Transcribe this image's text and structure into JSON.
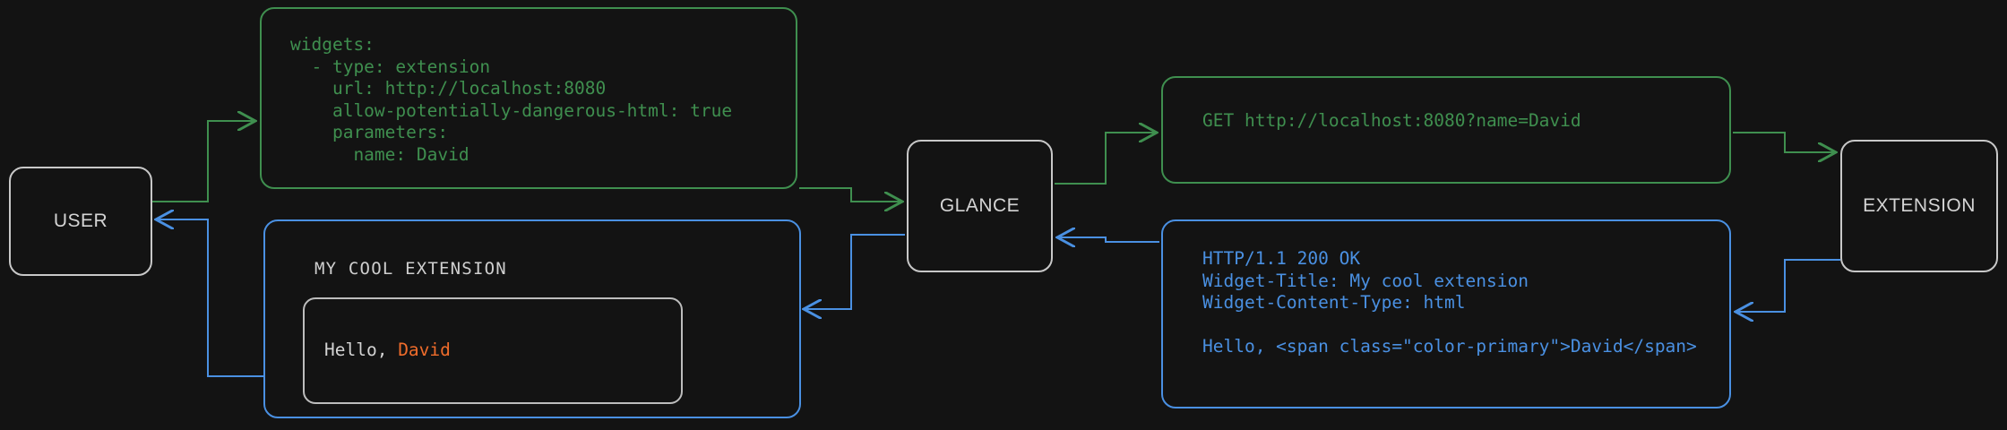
{
  "theme": {
    "background": "#131313",
    "node_border": "#c8c8c8",
    "node_text": "#d4d4d4",
    "request_color": "#3f8f4f",
    "response_color": "#4a90e2",
    "accent_color": "#ef6c2b"
  },
  "nodes": {
    "user": "USER",
    "glance": "GLANCE",
    "extension": "EXTENSION"
  },
  "config_box": {
    "color": "#3f8f4f",
    "text": "widgets:\n  - type: extension\n    url: http://localhost:8080\n    allow-potentially-dangerous-html: true\n    parameters:\n      name: David"
  },
  "request_box": {
    "color": "#3f8f4f",
    "text": "GET http://localhost:8080?name=David"
  },
  "response_box": {
    "color": "#4a90e2",
    "text": "HTTP/1.1 200 OK\nWidget-Title: My cool extension\nWidget-Content-Type: html\n\nHello, <span class=\"color-primary\">David</span>"
  },
  "widget_box": {
    "color": "#4a90e2",
    "title": "MY COOL EXTENSION",
    "body_prefix": "Hello, ",
    "body_accent": "David"
  }
}
